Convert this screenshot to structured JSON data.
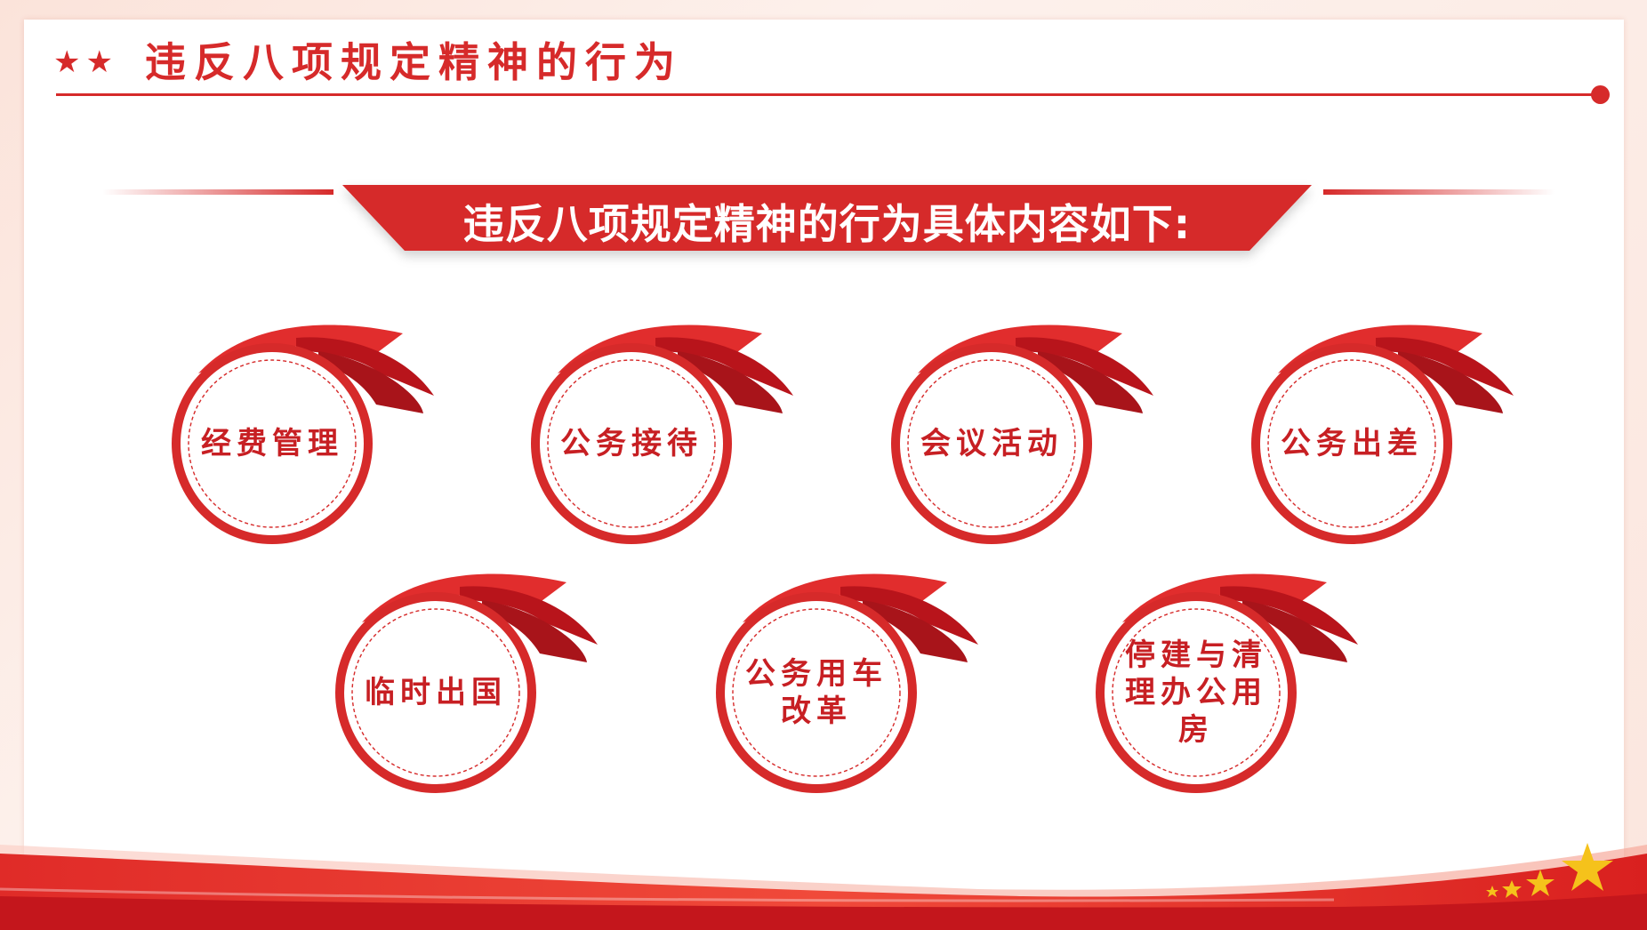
{
  "header": {
    "stars": "★★",
    "title": "违反八项规定精神的行为"
  },
  "banner": {
    "text": "违反八项规定精神的行为具体内容如下:"
  },
  "items": [
    {
      "label": "经费管理"
    },
    {
      "label": "公务接待"
    },
    {
      "label": "会议活动"
    },
    {
      "label": "公务出差"
    },
    {
      "label": "临时出国"
    },
    {
      "label": "公务用车改革"
    },
    {
      "label": "停建与清理办公用房"
    }
  ],
  "colors": {
    "primary_red": "#d62a2a",
    "dark_red": "#a8141a",
    "text_red": "#c71f23",
    "gold": "#f5c21b"
  },
  "icons": {
    "header_marker": "star-icon",
    "corner_decoration": "gold-stars-icon"
  }
}
